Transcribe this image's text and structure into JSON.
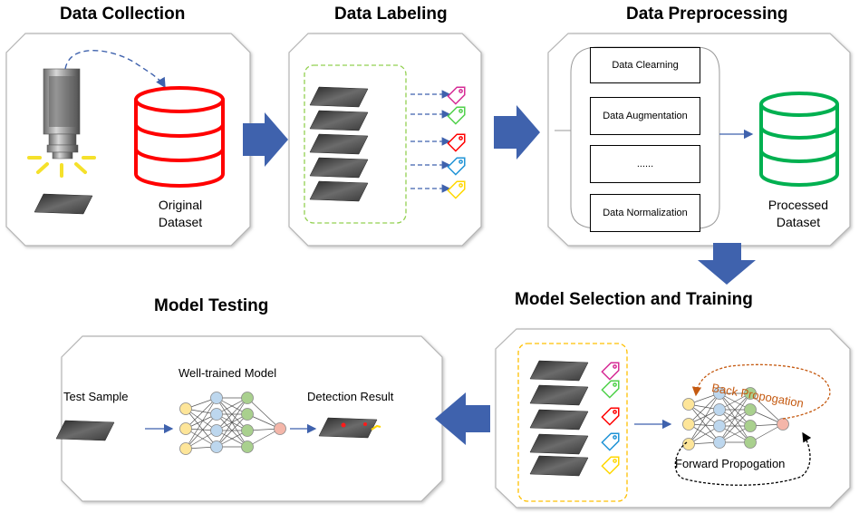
{
  "stages": {
    "data_collection": {
      "title": "Data Collection",
      "dataset_label": "Original Dataset"
    },
    "data_labeling": {
      "title": "Data Labeling"
    },
    "data_preprocessing": {
      "title": "Data Preprocessing",
      "steps": [
        "Data Clearning",
        "Data Augmentation",
        "......",
        "Data Normalization"
      ],
      "dataset_label": "Processed Dataset"
    },
    "model_selection": {
      "title": "Model Selection and Training",
      "back_label": "Back Propogation",
      "forward_label": "Forward Propogation"
    },
    "model_testing": {
      "title": "Model Testing",
      "test_sample_label": "Test Sample",
      "model_label": "Well-trained Model",
      "result_label": "Detection Result"
    }
  },
  "colors": {
    "arrow_blue": "#3f62ad",
    "original_db": "#ff0000",
    "processed_db": "#00b050",
    "label_box_border": "#92d050",
    "training_box_border": "#ffc000",
    "back_prop": "#c55a11",
    "forward_prop": "#000000",
    "tags": [
      "#d62b95",
      "#4fd14a",
      "#ff0000",
      "#1f93d6",
      "#ffd700"
    ],
    "nn_input": "#fde599",
    "nn_hidden1": "#bdd7ee",
    "nn_hidden2": "#a9d08e",
    "nn_output": "#f4b6a9"
  },
  "icons": [
    "camera-icon",
    "database-icon",
    "tag-icon",
    "neural-network-icon",
    "sample-image-icon"
  ]
}
